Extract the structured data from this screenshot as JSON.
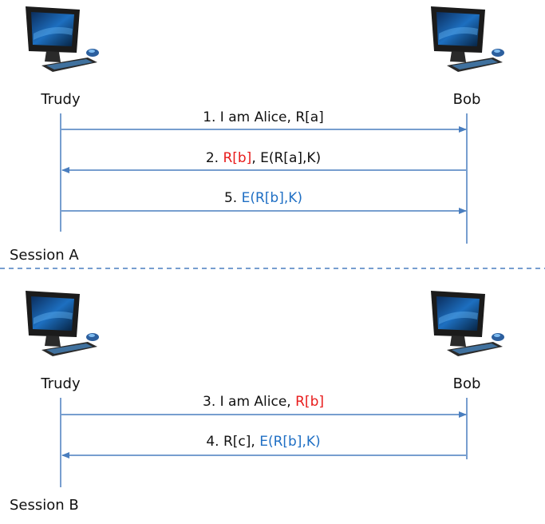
{
  "colors": {
    "line": "#4a7ebf",
    "divider": "#4a7ebf",
    "text": "#111111",
    "red": "#e81b1b",
    "blue": "#1f6fc4"
  },
  "session_a": {
    "caption": "Session A",
    "left_party": "Trudy",
    "right_party": "Bob",
    "messages": [
      {
        "direction": "right",
        "parts": [
          {
            "text": "1. I am Alice,  ",
            "color": "plain"
          },
          {
            "text": "R[a]",
            "color": "plain"
          }
        ]
      },
      {
        "direction": "left",
        "parts": [
          {
            "text": "2. ",
            "color": "plain"
          },
          {
            "text": "R[b]",
            "color": "red"
          },
          {
            "text": ",  E(R[a],K)",
            "color": "plain"
          }
        ]
      },
      {
        "direction": "right",
        "parts": [
          {
            "text": "5.  ",
            "color": "plain"
          },
          {
            "text": "E(R[b],K)",
            "color": "blue"
          }
        ]
      }
    ]
  },
  "session_b": {
    "caption": "Session B",
    "left_party": "Trudy",
    "right_party": "Bob",
    "messages": [
      {
        "direction": "right",
        "parts": [
          {
            "text": "3. I am Alice,  ",
            "color": "plain"
          },
          {
            "text": "R[b]",
            "color": "red"
          }
        ]
      },
      {
        "direction": "left",
        "parts": [
          {
            "text": "4. R[c],  ",
            "color": "plain"
          },
          {
            "text": "E(R[b],K)",
            "color": "blue"
          }
        ]
      }
    ]
  }
}
